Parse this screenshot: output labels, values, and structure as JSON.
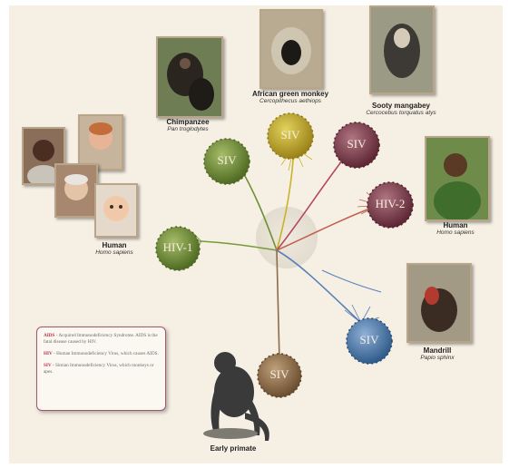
{
  "species": {
    "chimp": {
      "common": "Chimpanzee",
      "sci": "Pan troglodytes"
    },
    "agm": {
      "common": "African green monkey",
      "sci": "Cercopithecus aethiops"
    },
    "sooty": {
      "common": "Sooty mangabey",
      "sci": "Cercocebus torquatus atys"
    },
    "human_right": {
      "common": "Human",
      "sci": "Homo sapiens"
    },
    "human_left": {
      "common": "Human",
      "sci": "Homo sapiens"
    },
    "mandrill": {
      "common": "Mandrill",
      "sci": "Papio sphinx"
    },
    "early": {
      "common": "Early primate"
    }
  },
  "viruses": {
    "hiv1": "HIV-1",
    "siv_chimp": "SIV",
    "siv_agm": "SIV",
    "siv_sooty": "SIV",
    "hiv2": "HIV-2",
    "siv_mandrill": "SIV",
    "siv_early": "SIV"
  },
  "colors": {
    "green_branch": "#7a9a3a",
    "yellow_branch": "#c8b228",
    "red_branch": "#b5475f",
    "blue_branch": "#5a7fb8",
    "brown_branch": "#8c6b4a"
  },
  "legend": {
    "aids_abbr": "AIDS",
    "aids_text": " - Acquired Immunodeficiency Syndrome. AIDS is the fatal disease caused by HIV.",
    "hiv_abbr": "HIV",
    "hiv_text": " - Human Immunodeficiency Virus, which causes AIDS.",
    "siv_abbr": "SIV",
    "siv_text": " - Simian Immunodeficiency Virus, which monkeys or apes."
  }
}
